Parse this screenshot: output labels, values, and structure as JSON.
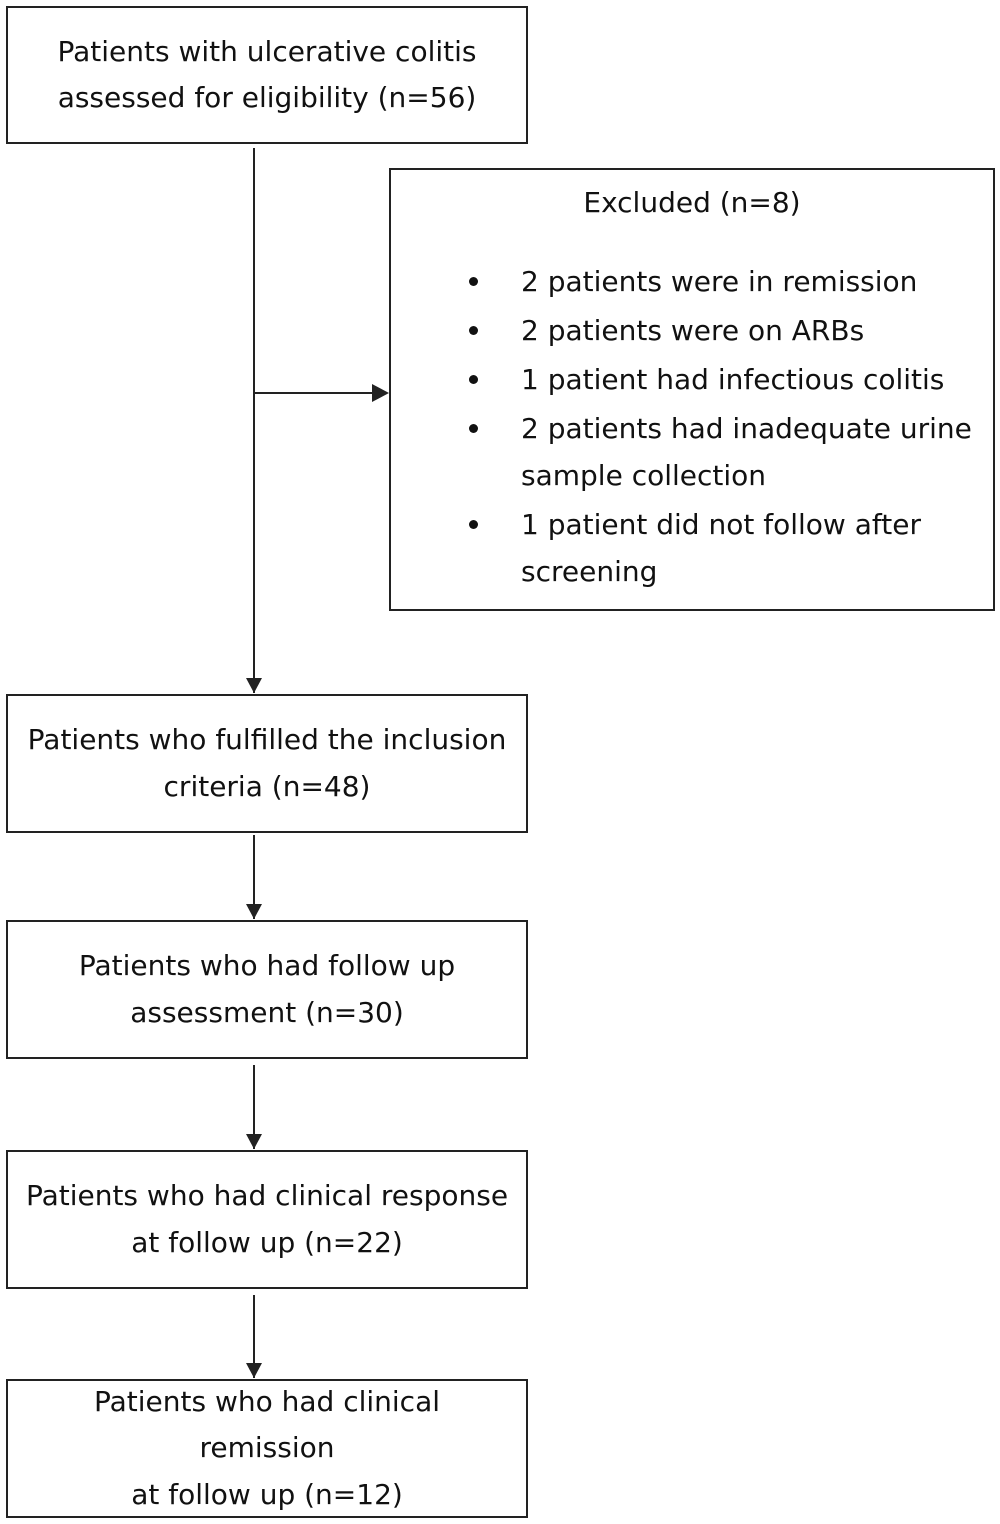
{
  "boxes": {
    "assessed": [
      "Patients with ulcerative colitis",
      "assessed for eligibility (n=56)"
    ],
    "included": [
      "Patients who fulfilled the inclusion",
      "criteria (n=48)"
    ],
    "followup": [
      "Patients who had follow up",
      "assessment (n=30)"
    ],
    "response": [
      "Patients who had clinical response",
      "at follow up (n=22)"
    ],
    "remission": [
      "Patients who had clinical remission",
      "at follow up (n=12)"
    ]
  },
  "excluded": {
    "title": "Excluded (n=8)",
    "items": [
      "2 patients were in remission",
      "2 patients were on ARBs",
      "1 patient had infectious colitis",
      "2 patients had inadequate urine sample collection",
      "1 patient did not follow after screening"
    ]
  }
}
